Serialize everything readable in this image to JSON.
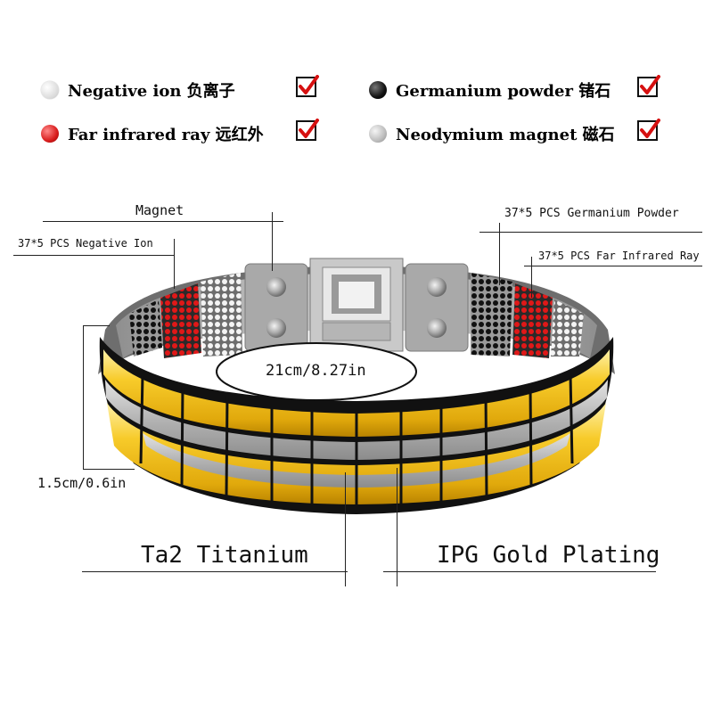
{
  "legend": [
    {
      "label": "Negative ion 负离子",
      "dot_color": "#f2f2f2",
      "checked": true
    },
    {
      "label": "Germanium powder 锗石",
      "dot_color": "#111111",
      "checked": true
    },
    {
      "label": "Far infrared ray 远红外",
      "dot_color": "#d81c1c",
      "checked": true
    },
    {
      "label": "Neodymium magnet 磁石",
      "dot_color": "#bdbdbd",
      "checked": true
    }
  ],
  "callouts": {
    "magnet": "Magnet",
    "negative_ion": "37*5 PCS Negative Ion",
    "germanium": "37*5 PCS Germanium Powder",
    "far_infrared": "37*5 PCS Far Infrared Ray",
    "length": "21cm/8.27in",
    "width": "1.5cm/0.6in",
    "material": "Ta2 Titanium",
    "plating": "IPG Gold Plating"
  },
  "colors": {
    "gold": "#f4c21b",
    "silver": "#b9b9b9",
    "black": "#1e1e1e",
    "check": "#d61010"
  }
}
